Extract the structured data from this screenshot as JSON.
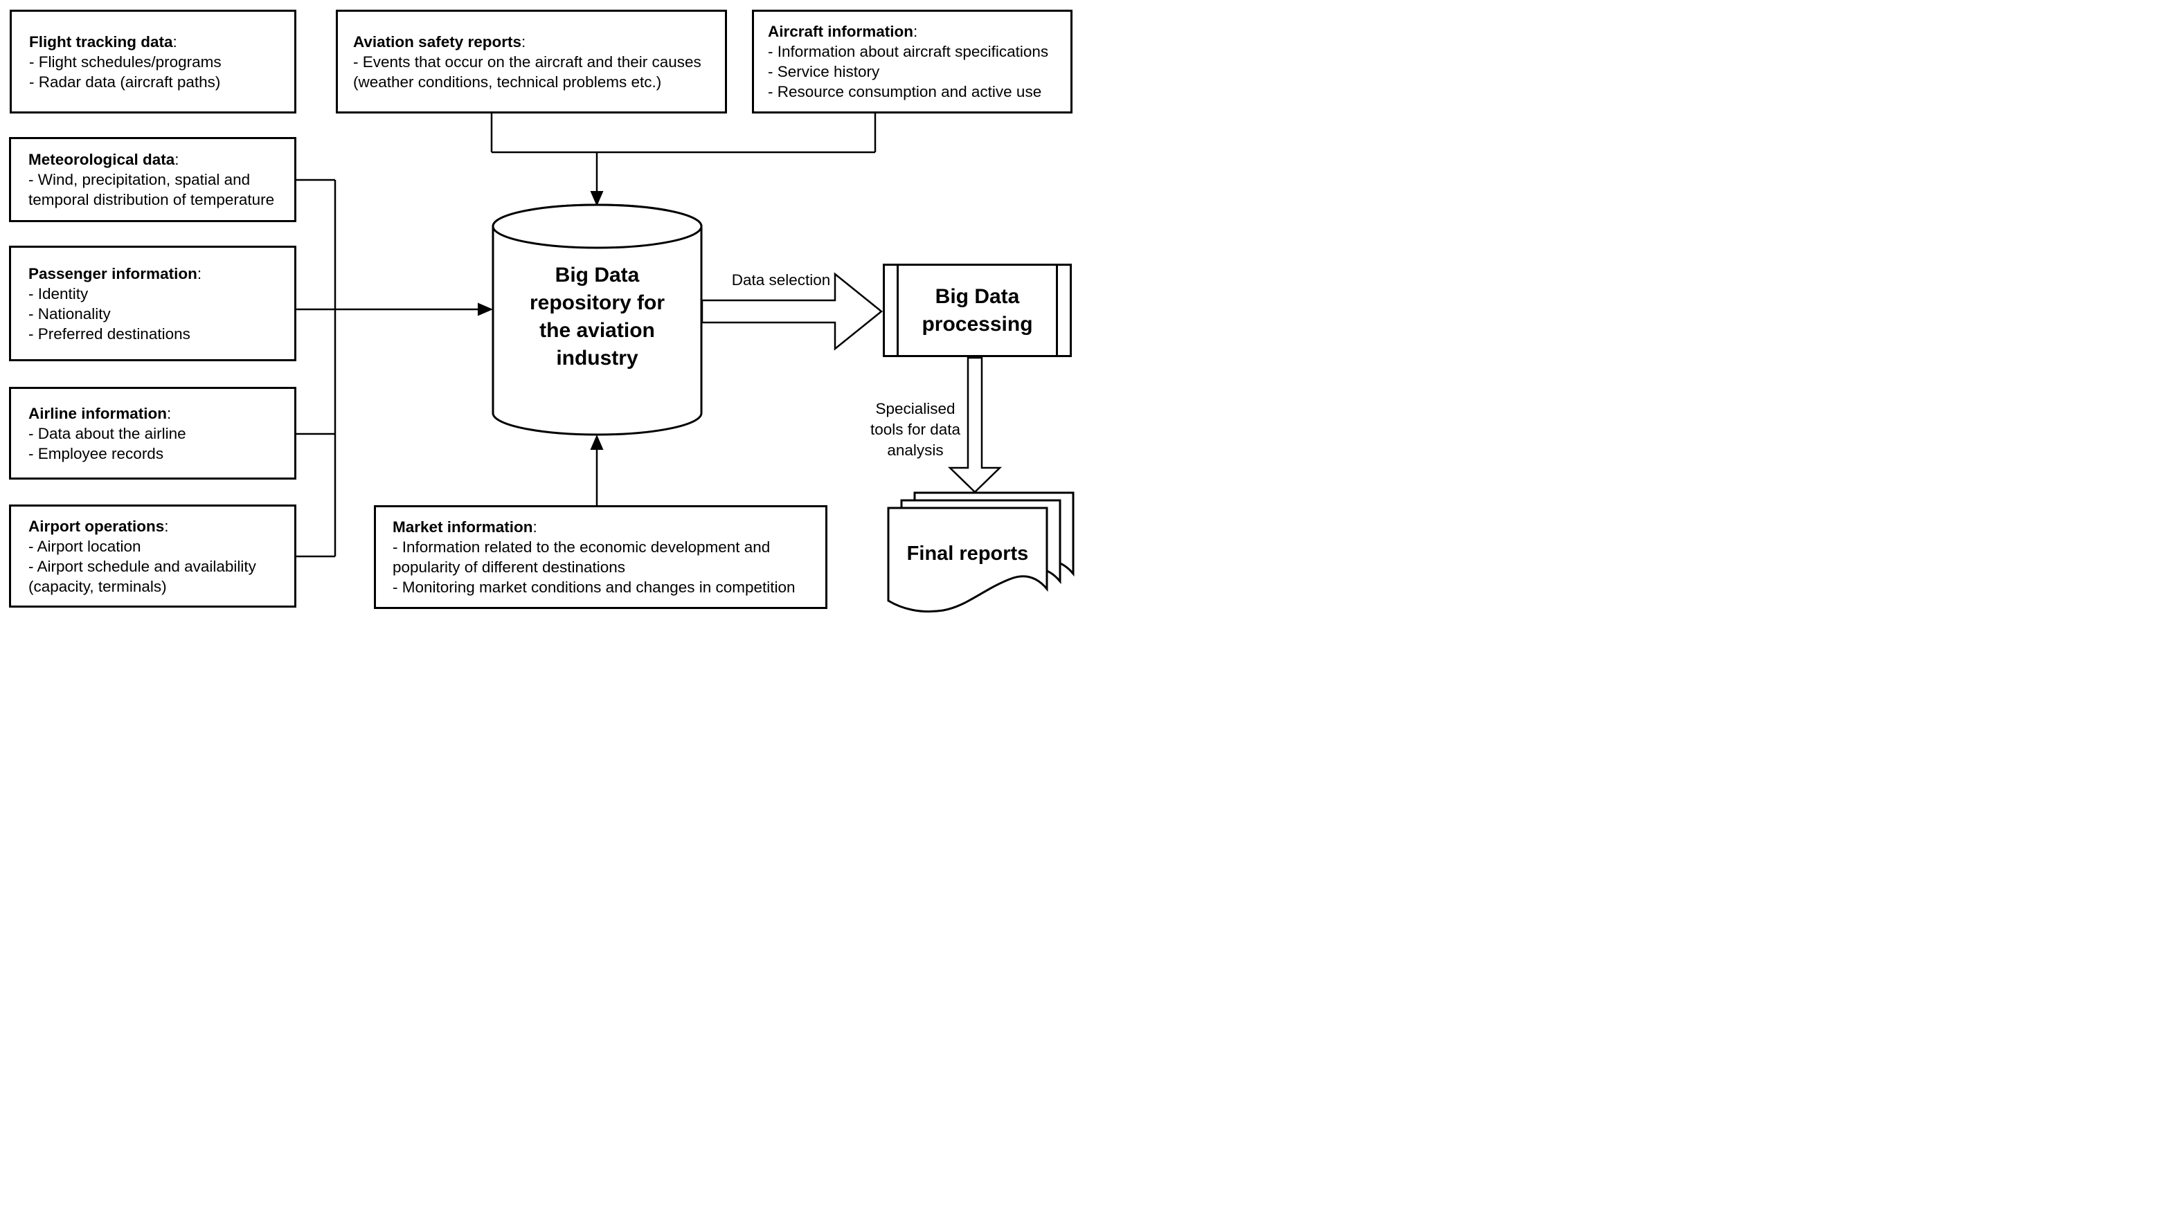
{
  "boxes": {
    "flight_tracking": {
      "title": "Flight tracking data",
      "bullets": [
        "- Flight schedules/programs",
        "- Radar data (aircraft paths)"
      ]
    },
    "aviation_safety": {
      "title": "Aviation safety reports",
      "bullets": [
        "- Events that occur on the aircraft and their causes (weather conditions, technical problems etc.)"
      ]
    },
    "aircraft_information": {
      "title": "Aircraft information",
      "bullets": [
        "- Information about aircraft specifications",
        "- Service history",
        "- Resource consumption and active use"
      ]
    },
    "meteorological": {
      "title": "Meteorological data",
      "bullets": [
        "- Wind, precipitation, spatial and temporal distribution of temperature"
      ]
    },
    "passenger": {
      "title": "Passenger information",
      "bullets": [
        "- Identity",
        "- Nationality",
        "- Preferred destinations"
      ]
    },
    "airline": {
      "title": "Airline information",
      "bullets": [
        "- Data about the airline",
        "- Employee records"
      ]
    },
    "airport": {
      "title": "Airport operations",
      "bullets": [
        "- Airport location",
        "- Airport schedule and availability (capacity, terminals)"
      ]
    },
    "market": {
      "title": "Market information",
      "bullets": [
        "- Information related to the economic development and popularity of different destinations",
        "- Monitoring market conditions and changes in competition"
      ]
    }
  },
  "nodes": {
    "repository": {
      "label_lines": [
        "Big Data",
        "repository for",
        "the aviation",
        "industry"
      ]
    },
    "processing": {
      "label_lines": [
        "Big Data",
        "processing"
      ]
    },
    "final_reports": {
      "label": "Final reports"
    }
  },
  "edges": {
    "data_selection_label": "Data selection",
    "tools_label_lines": [
      "Specialised",
      "tools for data",
      "analysis"
    ]
  },
  "misc": {
    "colon": ":"
  },
  "colors": {
    "ink": "#000000",
    "paper": "#ffffff"
  }
}
